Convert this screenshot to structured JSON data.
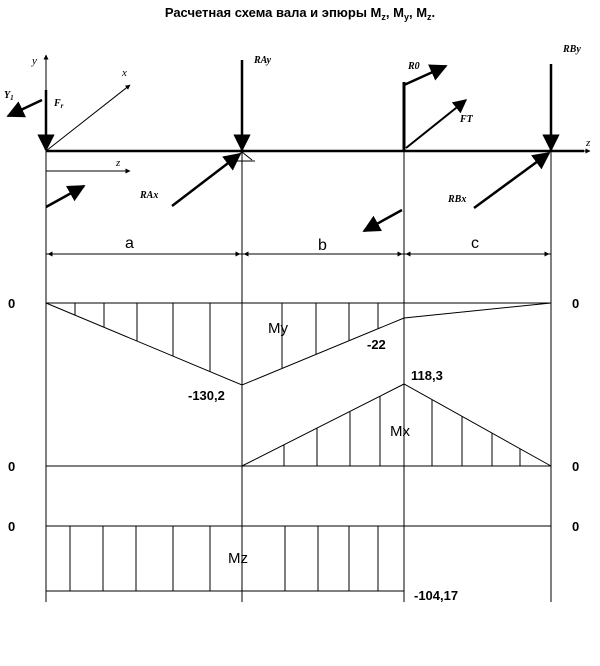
{
  "title": "Расчетная схема вала и эпюры M",
  "title_subs": [
    "z",
    "y",
    "z"
  ],
  "axes": {
    "y": "y",
    "x": "x",
    "z_top": "z",
    "z_mid": "z"
  },
  "forces": {
    "y1": "Y",
    "y1_sub": "1",
    "fr": "F",
    "fr_sub": "r",
    "ray": "RAy",
    "rax": "RAx",
    "ro": "R0",
    "ft": "FT",
    "rby": "RBy",
    "rbx": "RBx"
  },
  "segments": [
    "a",
    "b",
    "c"
  ],
  "diagrams": {
    "my": {
      "name": "My",
      "zero_left": "0",
      "zero_right": "0",
      "values": [
        "-130,2",
        "-22"
      ]
    },
    "mx": {
      "name": "Mx",
      "zero_left": "0",
      "zero_right": "0",
      "values": [
        "118,3"
      ]
    },
    "mz": {
      "name": "Mz",
      "zero_left": "0",
      "zero_right": "0",
      "values": [
        "-104,17"
      ]
    }
  }
}
